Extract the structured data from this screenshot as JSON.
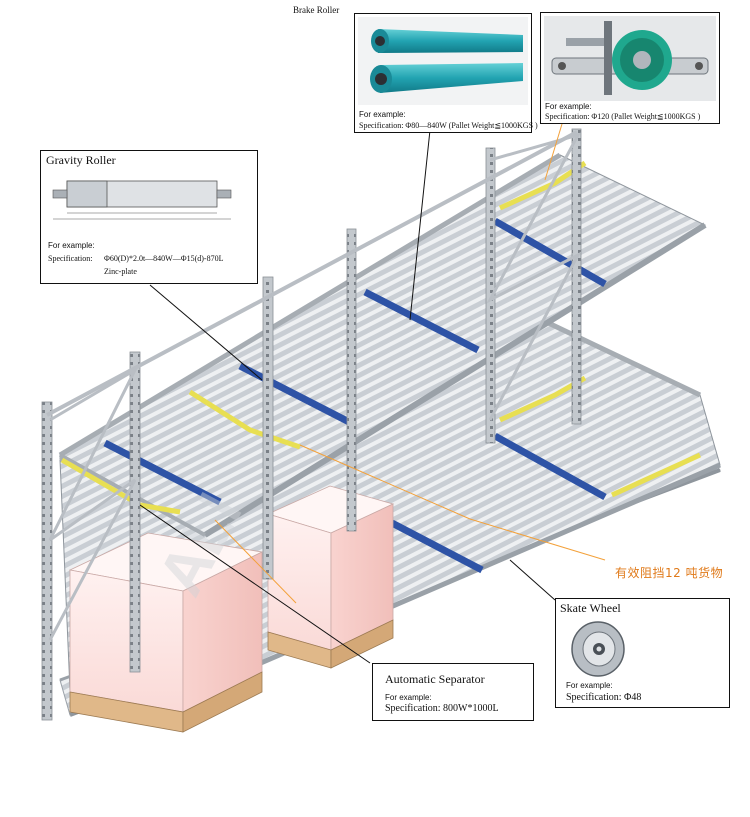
{
  "labels": {
    "brake_roller_title": "Brake Roller",
    "gravity_roller": {
      "title": "Gravity Roller",
      "example": "For example:",
      "spec_label": "Specification:",
      "spec_value": "Φ60(D)*2.0t—840W—Φ15(d)-870L",
      "finish": "Zinc-plate"
    },
    "brake_roller": {
      "example": "For example:",
      "spec": "Specification: Φ80—840W (Pallet Weight≦1000KGS )"
    },
    "speed_controller": {
      "example": "For example:",
      "spec": "Specification: Φ120    (Pallet Weight≦1000KGS )"
    },
    "automatic_separator": {
      "title": "Automatic Separator",
      "example": "For example:",
      "spec": "Specification: 800W*1000L"
    },
    "skate_wheel": {
      "title": "Skate Wheel",
      "example": "For example:",
      "spec": "Specification: Φ48"
    },
    "chinese_note": "有效阻挡12 吨货物",
    "watermark": "ALI"
  },
  "colors": {
    "frame": "#b9bec4",
    "frame_dark": "#7e858c",
    "roller": "#d7dbe0",
    "blue_stop": "#2e53a6",
    "yellow_arm": "#e8df52",
    "box_face": "#fde6e6",
    "box_side": "#f6c9c6",
    "pallet": "#e0b889",
    "leader": "#111111",
    "orange_leader": "#f3a13a",
    "note": "#e07a1a"
  }
}
